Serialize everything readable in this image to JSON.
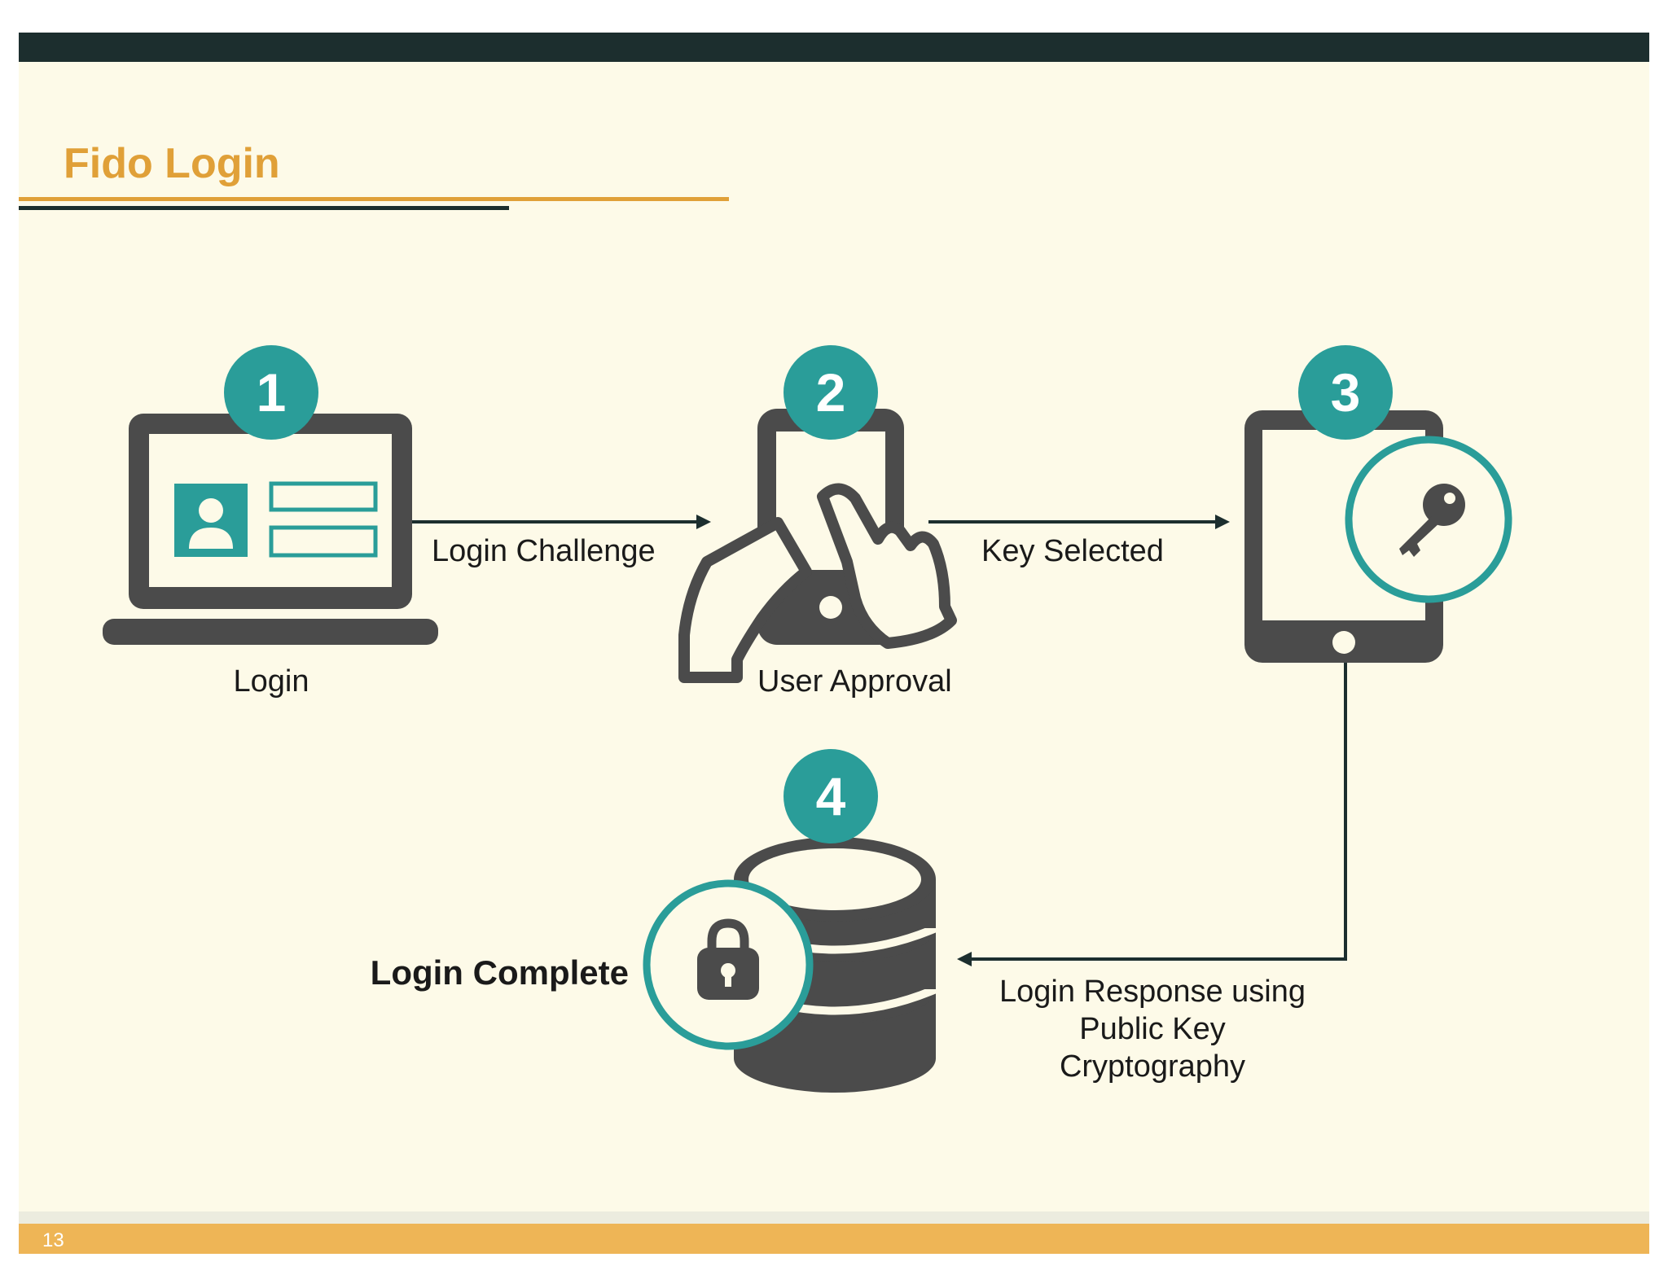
{
  "slide": {
    "title": "Fido Login",
    "page_number": "13"
  },
  "steps": [
    {
      "number": "1",
      "label": "Login"
    },
    {
      "number": "2",
      "label": "User Approval"
    },
    {
      "number": "3",
      "label": ""
    },
    {
      "number": "4",
      "label": "Login Complete"
    }
  ],
  "connectors": {
    "login_challenge": "Login Challenge",
    "key_selected": "Key Selected",
    "response_line1": "Login Response using",
    "response_line2": "Public Key",
    "response_line3": "Cryptography"
  },
  "icons": {
    "step1": "laptop-login-form-icon",
    "step2": "hand-holding-phone-icon",
    "step3": "tablet-key-icon",
    "step4": "database-lock-icon"
  },
  "colors": {
    "background": "#fdfae8",
    "top_bar": "#1c2e2e",
    "title": "#e0a038",
    "accent_teal": "#2a9d99",
    "icon_gray": "#4b4b4b",
    "bottom_bar": "#eeb556",
    "text": "#1a1a1a"
  }
}
